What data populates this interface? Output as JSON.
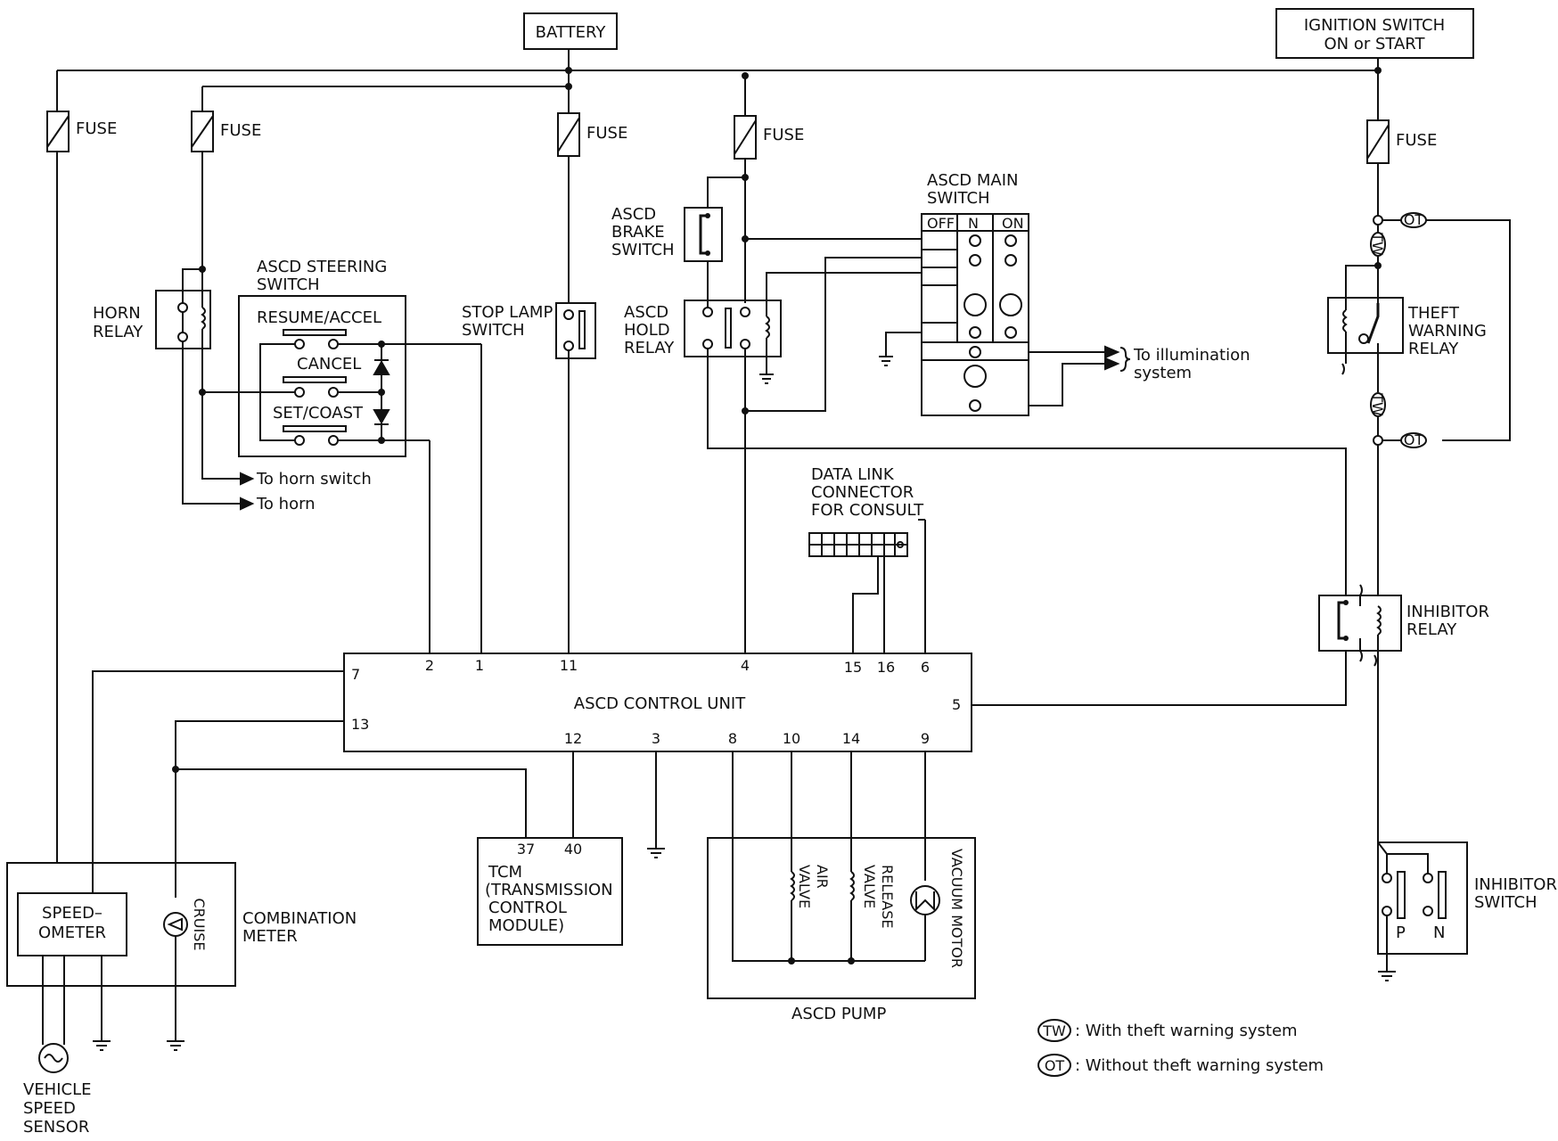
{
  "components": {
    "battery": "BATTERY",
    "ignition_line1": "IGNITION SWITCH",
    "ignition_line2": "ON or START",
    "fuse": "FUSE",
    "horn_relay": [
      "HORN",
      "RELAY"
    ],
    "steering_switch": [
      "ASCD STEERING",
      "SWITCH"
    ],
    "resume_accel": "RESUME/ACCEL",
    "cancel": "CANCEL",
    "set_coast": "SET/COAST",
    "stop_lamp": [
      "STOP LAMP",
      "SWITCH"
    ],
    "brake_switch": [
      "ASCD",
      "BRAKE",
      "SWITCH"
    ],
    "hold_relay": [
      "ASCD",
      "HOLD",
      "RELAY"
    ],
    "main_switch": [
      "ASCD MAIN",
      "SWITCH"
    ],
    "main_switch_positions": [
      "OFF",
      "N",
      "ON"
    ],
    "illumination": [
      "To illumination",
      "system"
    ],
    "theft_relay": [
      "THEFT",
      "WARNING",
      "RELAY"
    ],
    "to_horn_switch": "To horn switch",
    "to_horn": "To horn",
    "data_link": [
      "DATA LINK",
      "CONNECTOR",
      "FOR CONSULT"
    ],
    "inhibitor_relay": [
      "INHIBITOR",
      "RELAY"
    ],
    "control_unit": "ASCD CONTROL UNIT",
    "pins_top": [
      "2",
      "1",
      "11",
      "4",
      "15",
      "16",
      "6"
    ],
    "pins_left": [
      "7",
      "13"
    ],
    "pin_right": "5",
    "pins_bottom": [
      "12",
      "3",
      "8",
      "10",
      "14",
      "9"
    ],
    "tcm_pins": [
      "37",
      "40"
    ],
    "tcm": [
      "TCM",
      "(TRANSMISSION",
      "CONTROL",
      "MODULE)"
    ],
    "speedometer": [
      "SPEED–",
      "OMETER"
    ],
    "cruise": "CRUISE",
    "combination_meter": [
      "COMBINATION",
      "METER"
    ],
    "air_valve": [
      "AIR",
      "VALVE"
    ],
    "release_valve": [
      "RELEASE",
      "VALVE"
    ],
    "vacuum_motor": "VACUUM MOTOR",
    "ascd_pump": "ASCD PUMP",
    "inhibitor_switch": [
      "INHIBITOR",
      "SWITCH"
    ],
    "inhibitor_switch_positions": [
      "P",
      "N"
    ],
    "vehicle_speed_sensor": [
      "VEHICLE",
      "SPEED",
      "SENSOR"
    ],
    "tw_tag": "TW",
    "ot_tag": "OT"
  },
  "legend": [
    {
      "tag": "TW",
      "text": ": With theft warning system"
    },
    {
      "tag": "OT",
      "text": ": Without theft warning system"
    }
  ]
}
